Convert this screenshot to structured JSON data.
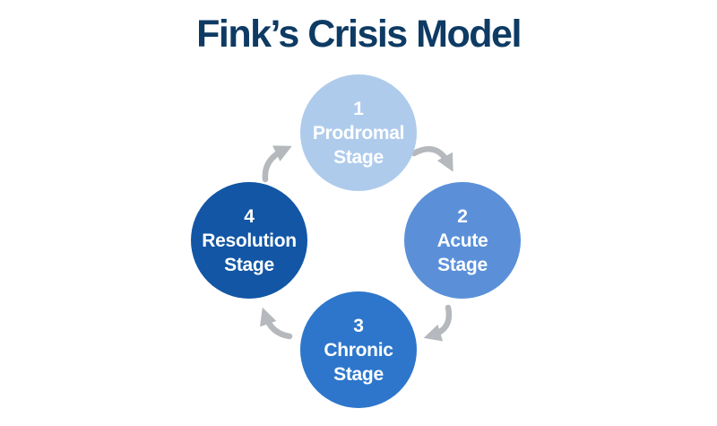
{
  "title": "Fink’s Crisis Model",
  "colors": {
    "background": "#ffffff",
    "title": "#0e3b64",
    "arrow": "#b5b8bc",
    "stage_text": "#ffffff"
  },
  "stages": [
    {
      "number": "1",
      "line1": "Prodromal",
      "line2": "Stage",
      "color": "#aecbec"
    },
    {
      "number": "2",
      "line1": "Acute",
      "line2": "Stage",
      "color": "#5b90d9"
    },
    {
      "number": "3",
      "line1": "Chronic",
      "line2": "Stage",
      "color": "#2d76cb"
    },
    {
      "number": "4",
      "line1": "Resolution",
      "line2": "Stage",
      "color": "#1256a5"
    }
  ],
  "flow": {
    "direction": "clockwise",
    "transitions": [
      "1 to 2",
      "2 to 3",
      "3 to 4",
      "4 to 1"
    ]
  }
}
